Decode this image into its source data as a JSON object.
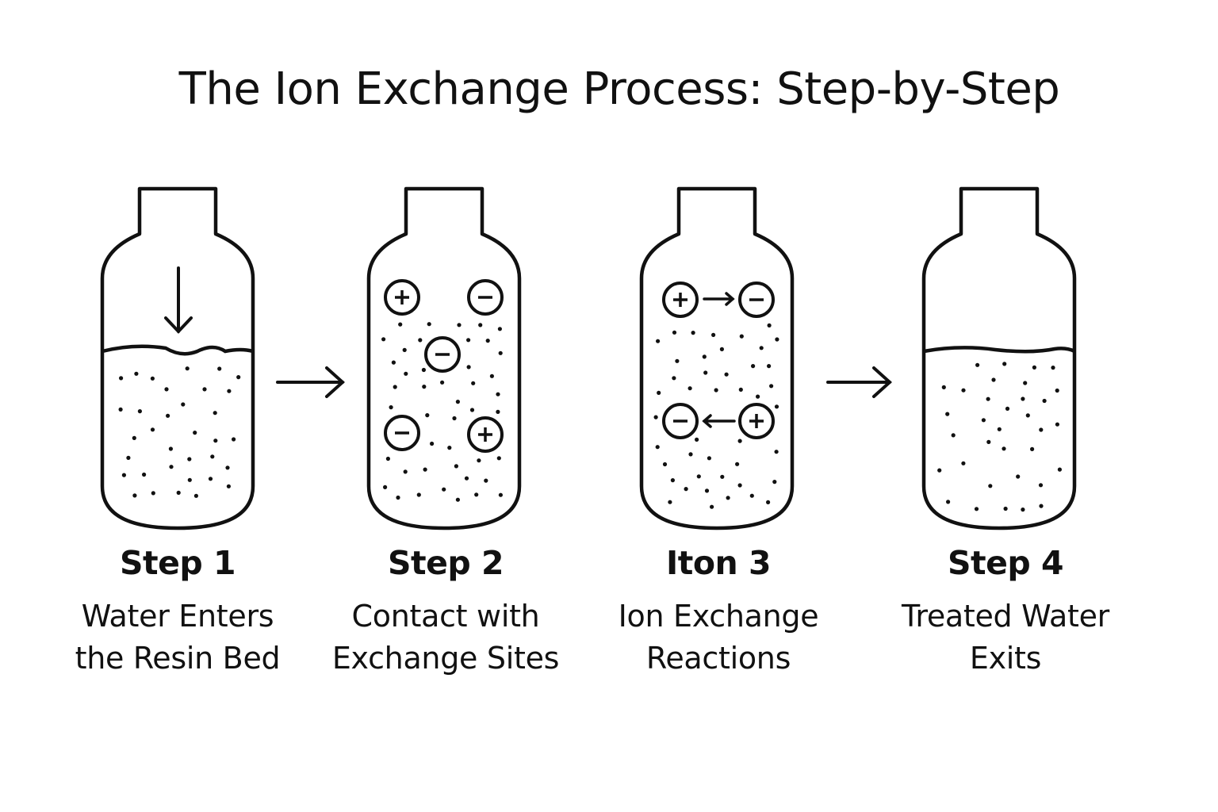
{
  "title": "The Ion Exchange Process: Step-by-Step",
  "colors": {
    "ink": "#111111",
    "background": "#ffffff"
  },
  "symbols": {
    "plus": "+",
    "minus": "−"
  },
  "icons": [
    "down-arrow-icon",
    "right-arrow-icon",
    "left-arrow-icon",
    "cation-icon",
    "anion-icon"
  ],
  "steps": [
    {
      "title": "Step 1",
      "desc_lines": [
        "Water Enters",
        "the Resin Bed"
      ]
    },
    {
      "title": "Step 2",
      "desc_lines": [
        "Contact with",
        "Exchange Sites"
      ]
    },
    {
      "title": "Iton 3",
      "desc_lines": [
        "Ion Exchange",
        "Reactions"
      ]
    },
    {
      "title": "Step 4",
      "desc_lines": [
        "Treated Water",
        "Exits"
      ]
    }
  ]
}
